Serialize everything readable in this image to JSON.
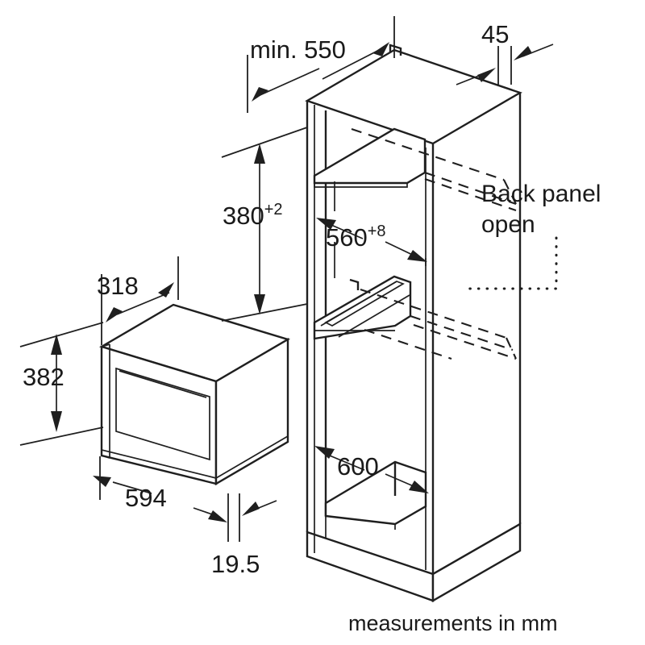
{
  "diagram": {
    "title": "Built-in microwave oven installation dimensions",
    "caption": "measurements in mm",
    "units": "mm",
    "line_color": "#1f1f1f",
    "background_color": "#ffffff"
  },
  "dimensions": {
    "niche_depth": {
      "label": "min. 550",
      "value": "550",
      "prefix": "min.",
      "unit": "mm"
    },
    "side_gap": {
      "label": "45",
      "value": "45",
      "unit": "mm"
    },
    "niche_height": {
      "label": "380",
      "value": "380",
      "tolerance": "+2",
      "unit": "mm"
    },
    "niche_width": {
      "label": "560",
      "value": "560",
      "tolerance": "+8",
      "unit": "mm"
    },
    "cabinet_width": {
      "label": "600",
      "value": "600",
      "unit": "mm"
    },
    "appliance_depth": {
      "label": "318",
      "value": "318",
      "unit": "mm"
    },
    "appliance_height": {
      "label": "382",
      "value": "382",
      "unit": "mm"
    },
    "appliance_width": {
      "label": "594",
      "value": "594",
      "unit": "mm"
    },
    "fascia_thickness": {
      "label": "19.5",
      "value": "19.5",
      "unit": "mm"
    }
  },
  "annotations": {
    "back_panel": {
      "line1": "Back panel",
      "line2": "open"
    }
  }
}
